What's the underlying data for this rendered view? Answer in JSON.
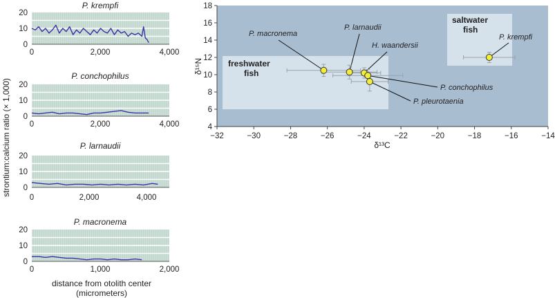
{
  "chart_data": [
    {
      "type": "line",
      "title": "P. krempfi",
      "xlim": [
        0,
        4000
      ],
      "ylim": [
        0,
        20
      ],
      "xticks": [
        "0",
        "2,000",
        "4,000"
      ],
      "yticks": [
        "0",
        "10",
        "20"
      ],
      "x": [
        0,
        100,
        200,
        300,
        400,
        500,
        600,
        700,
        800,
        900,
        1000,
        1100,
        1200,
        1300,
        1400,
        1500,
        1600,
        1700,
        1800,
        1900,
        2000,
        2100,
        2200,
        2300,
        2400,
        2500,
        2600,
        2700,
        2800,
        2900,
        3000,
        3100,
        3200,
        3250,
        3300,
        3350,
        3400
      ],
      "values": [
        10,
        9,
        11,
        8,
        10,
        7,
        9,
        12,
        7,
        10,
        8,
        11,
        6,
        9,
        7,
        10,
        8,
        6,
        9,
        7,
        10,
        8,
        7,
        10,
        6,
        9,
        7,
        8,
        5,
        7,
        6,
        7,
        5,
        11,
        4,
        3,
        1
      ]
    },
    {
      "type": "line",
      "title": "P. conchophilus",
      "xlim": [
        0,
        4000
      ],
      "ylim": [
        0,
        20
      ],
      "xticks": [
        "0",
        "2,000",
        "4,000"
      ],
      "yticks": [
        "0",
        "10",
        "20"
      ],
      "x": [
        0,
        200,
        400,
        600,
        800,
        1000,
        1200,
        1400,
        1600,
        1800,
        2000,
        2200,
        2400,
        2600,
        2800,
        3000,
        3200,
        3400
      ],
      "values": [
        2,
        1.5,
        2,
        2.5,
        1.5,
        2,
        2,
        1.5,
        1,
        2,
        2,
        2.5,
        3,
        3.5,
        2.5,
        2,
        2,
        2
      ]
    },
    {
      "type": "line",
      "title": "P. larnaudii",
      "xlim": [
        0,
        4800
      ],
      "ylim": [
        0,
        20
      ],
      "xticks": [
        "0",
        "2,000",
        "4,000"
      ],
      "yticks": [
        "0",
        "10",
        "20"
      ],
      "x": [
        0,
        300,
        600,
        900,
        1200,
        1500,
        1800,
        2100,
        2400,
        2700,
        3000,
        3300,
        3600,
        3900,
        4200,
        4400
      ],
      "values": [
        3,
        2.5,
        2,
        2.5,
        1.5,
        2,
        2,
        1.5,
        2,
        1.5,
        2,
        1.5,
        2,
        1.5,
        2.5,
        2
      ]
    },
    {
      "type": "line",
      "title": "P. macronema",
      "xlim": [
        0,
        2000
      ],
      "ylim": [
        0,
        20
      ],
      "xticks": [
        "0",
        "1,000",
        "2,000"
      ],
      "yticks": [
        "0",
        "10",
        "20"
      ],
      "x": [
        0,
        100,
        200,
        300,
        400,
        500,
        600,
        700,
        800,
        900,
        1000,
        1100,
        1200,
        1300,
        1400,
        1500,
        1600
      ],
      "values": [
        3,
        3,
        2.5,
        3,
        2.5,
        2,
        2,
        1.5,
        1,
        1.5,
        1.5,
        1,
        1.5,
        1,
        1,
        1.5,
        1
      ]
    },
    {
      "type": "scatter",
      "xlabel": "δ¹³C",
      "ylabel": "δ¹⁵N",
      "xlim": [
        -32,
        -14
      ],
      "ylim": [
        4,
        18
      ],
      "xticks": [
        "−32",
        "−30",
        "−28",
        "−26",
        "−24",
        "−22",
        "−20",
        "−18",
        "−16",
        "−14"
      ],
      "yticks": [
        "4",
        "6",
        "8",
        "10",
        "12",
        "14",
        "16",
        "18"
      ],
      "points": [
        {
          "name": "P. krempfi",
          "x": -17.2,
          "y": 12.0,
          "xerr": 1.4,
          "yerr": 0.6
        },
        {
          "name": "P. macronema",
          "x": -26.2,
          "y": 10.5,
          "xerr": 2.0,
          "yerr": 0.7
        },
        {
          "name": "P. larnaudii",
          "x": -24.8,
          "y": 10.3,
          "xerr": 1.5,
          "yerr": 0.8
        },
        {
          "name": "H. waandersii",
          "x": -24.0,
          "y": 10.2,
          "xerr": 0.9,
          "yerr": 0.6
        },
        {
          "name": "P. conchophilus",
          "x": -23.8,
          "y": 9.9,
          "xerr": 1.9,
          "yerr": 0.7
        },
        {
          "name": "P. pleurotaenia",
          "x": -23.7,
          "y": 9.2,
          "xerr": 1.0,
          "yerr": 1.1
        }
      ],
      "regions": [
        {
          "label": "freshwater fish"
        },
        {
          "label": "saltwater fish"
        }
      ]
    }
  ],
  "shared": {
    "ylabel": "strontium:calcium ratio (× 1,000)",
    "xlabel_line1": "distance from otolith center",
    "xlabel_line2": "(micrometers)"
  },
  "colors": {
    "line_panel_bg": "#c6dcd3",
    "line": "#3a2fa8",
    "scatter_bg": "#a9bdd1",
    "region_bg": "#d6e2eb",
    "point": "#f3ee3a"
  }
}
